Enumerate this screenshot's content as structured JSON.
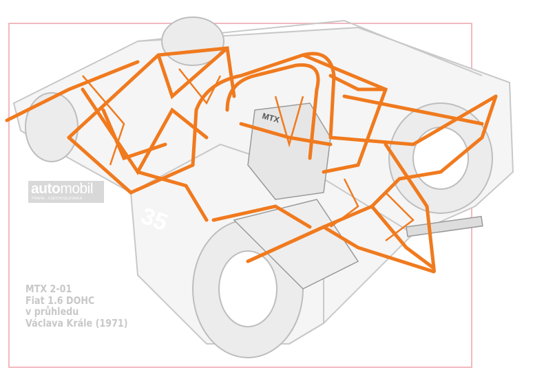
{
  "illustration": {
    "logo": {
      "brand_bold": "auto",
      "brand_light": "mobil",
      "subtitle": "PRAHA - CZECHOSLOVAKIA"
    },
    "race_number": "35",
    "engine_label": "MTX",
    "caption": [
      "MTX 2-01",
      "Fiat 1.6 DOHC",
      "v průhledu",
      "Václava Krále (1971)"
    ],
    "colors": {
      "frame": "#f07a1e",
      "body": "#c8c8c8",
      "border": "#f2b8c0"
    }
  }
}
